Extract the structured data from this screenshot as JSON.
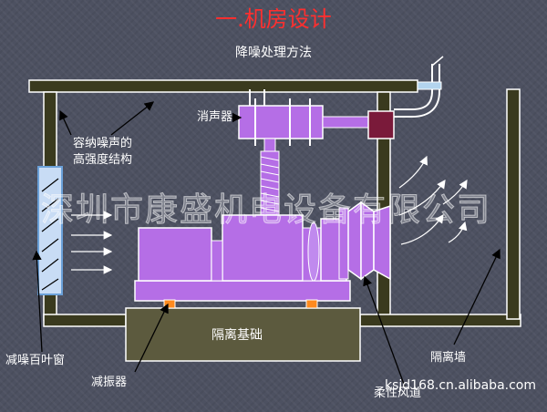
{
  "title": "一.机房设计",
  "subtitle": "降噪处理方法",
  "labels": {
    "muffler": "消声器",
    "high_strength_structure_line1": "容纳噪声的",
    "high_strength_structure_line2": "高强度结构",
    "isolation_base": "隔离基础",
    "noise_louver": "减噪百叶窗",
    "damper": "减振器",
    "isolation_wall": "隔离墙",
    "flexible_duct": "柔性风道"
  },
  "watermark": "深圳市康盛机电设备有限公司",
  "url": "ksjd168.cn.alibaba.com",
  "colors": {
    "title": "#ff2f2f",
    "structure": "#3a3a1e",
    "structure_outline": "#ffffff",
    "generator": "#b56ee6",
    "base": "#5c5a3e",
    "louver": "#c8dcf5",
    "damper": "#ff8a1e",
    "muffler_joint": "#7a1a3a"
  }
}
